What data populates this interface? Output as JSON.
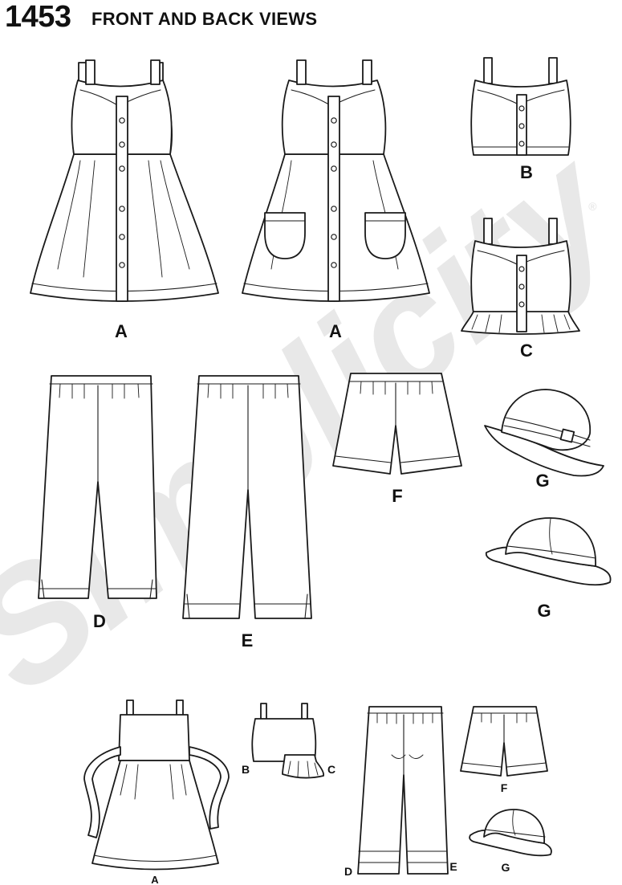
{
  "header": {
    "pattern_number": "1453",
    "title": "FRONT AND BACK VIEWS"
  },
  "watermark": {
    "text": "Simplicity",
    "registered_mark": "®",
    "color": "#e8e8e8"
  },
  "views": {
    "dress_front": "A",
    "dress_back": "A",
    "top_b": "B",
    "top_c": "C",
    "pants_d": "D",
    "pants_e": "E",
    "shorts_f": "F",
    "hat_1": "G",
    "hat_2": "G"
  },
  "small_views": {
    "dress": "A",
    "top_b": "B",
    "top_c": "C",
    "pants_d": "D",
    "pants_e": "E",
    "shorts": "F",
    "hat": "G"
  }
}
